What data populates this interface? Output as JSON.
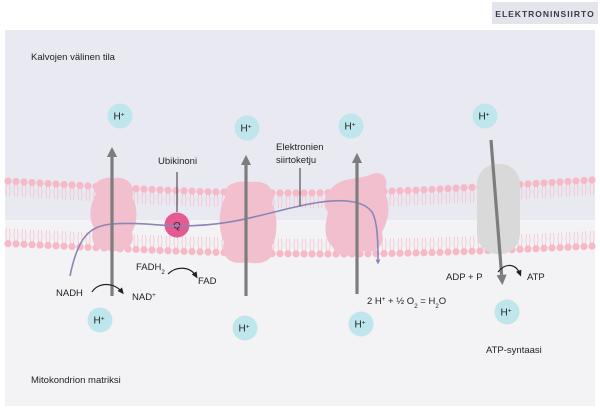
{
  "header": {
    "tag": "ELEKTRONINSIIRTO"
  },
  "regions": {
    "intermembrane_label": "Kalvojen välinen tila",
    "matrix_label": "Mitokondrion matriksi"
  },
  "ions": {
    "proton": "H",
    "proton_charge": "+"
  },
  "labels": {
    "ubiquinone": "Ubikinoni",
    "ubiquinone_letter": "Q",
    "electron_chain_line1": "Elektronien",
    "electron_chain_line2": "siirtoketju",
    "nadh": "NADH",
    "nad_plus": "NAD",
    "nad_plus_charge": "+",
    "fadh2_base": "FADH",
    "fadh2_sub": "2",
    "fad": "FAD",
    "water_2": "2 H",
    "water_2_charge": "+",
    "water_oxygen": " + ½ O",
    "water_oxygen_sub": "2",
    "water_eq": " = H",
    "water_h_sub": "2",
    "water_o": "O",
    "adp_p": "ADP + P",
    "atp": "ATP",
    "atp_synthase": "ATP-syntaasi"
  },
  "colors": {
    "intermembrane_bg": "#e9e9f2",
    "matrix_bg": "#f3f3f5",
    "lipid_pink": "#f5b9c8",
    "protein_pink": "#f2bfce",
    "ubiquinone_magenta": "#e35b92",
    "proton_circle": "#bfe6ec",
    "arrow_grey": "#7d7d7d",
    "electron_path": "#8a86b6",
    "synthase_grey": "#d9d9d9",
    "tag_bg": "#e4e4ec"
  }
}
